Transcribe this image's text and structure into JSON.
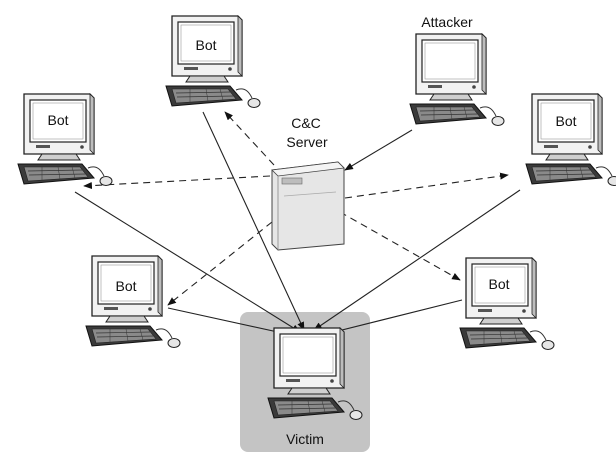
{
  "labels": {
    "bot": "Bot",
    "attacker": "Attacker",
    "server_line1": "C&C",
    "server_line2": "Server",
    "victim": "Victim"
  },
  "colors": {
    "victim_panel": "#c4c4c4",
    "server_body": "#e6e6e6",
    "monitor_frame": "#efefef",
    "screen": "#ffffff",
    "stroke": "#222222"
  }
}
